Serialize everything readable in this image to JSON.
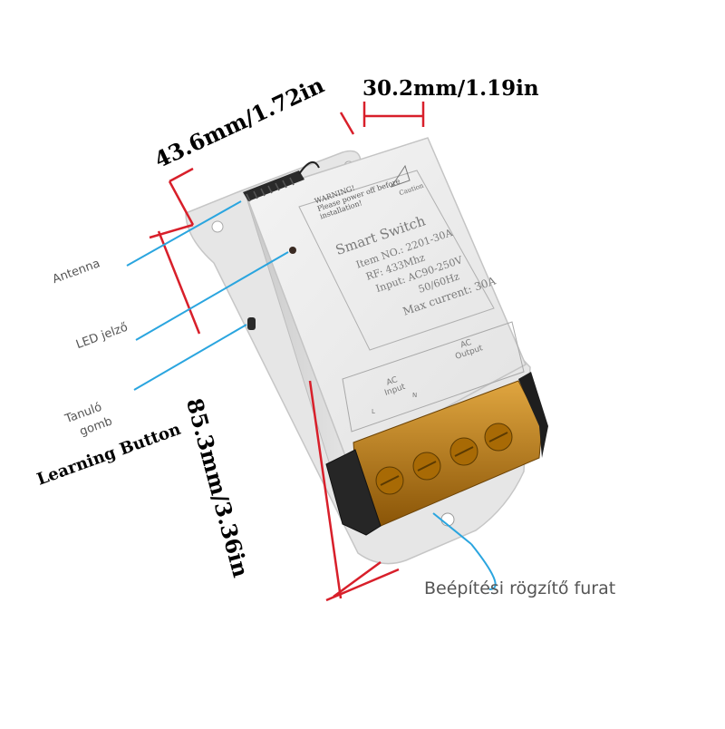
{
  "product": {
    "warning_title": "WARNING!",
    "warning_text_1": "Please power off before",
    "warning_text_2": "installation!",
    "caution": "Caution",
    "name": "Smart Switch",
    "item_no": "Item NO.: 2201-30A",
    "rf": "RF: 433Mhz",
    "input": "Input: AC90-250V",
    "frequency": "50/60Hz",
    "max_current": "Max current: 30A",
    "terminal_input_ac": "AC",
    "terminal_input": "Input",
    "terminal_output_ac": "AC",
    "terminal_output": "Output",
    "terminal_l": "L",
    "terminal_n": "N"
  },
  "dimensions": {
    "width": "43.6mm/1.72in",
    "depth": "30.2mm/1.19in",
    "height": "85.3mm/3.36in"
  },
  "callouts": {
    "antenna": "Antenna",
    "led": "LED jelző",
    "learning_hu_1": "Tanuló",
    "learning_hu_2": "gomb",
    "learning_en": "Learning Button",
    "mounting_hole": "Beépítési rögzítő furat"
  },
  "colors": {
    "dimension_line": "#d81f2a",
    "callout_line": "#2aa5df",
    "housing": "#ececec",
    "terminal_cover": "#c8860e"
  }
}
